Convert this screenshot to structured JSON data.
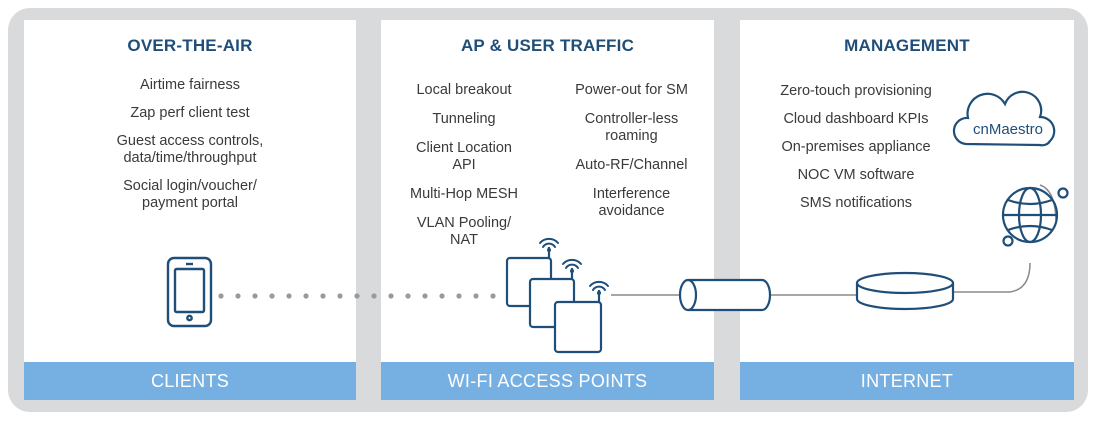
{
  "panels": [
    {
      "title": "OVER-THE-AIR",
      "items": [
        "Airtime fairness",
        "Zap perf client test",
        "Guest access controls, data/time/throughput",
        "Social login/voucher/ payment portal"
      ],
      "footer": "CLIENTS"
    },
    {
      "title": "AP & USER TRAFFIC",
      "items_left": [
        "Local breakout",
        "Tunneling",
        "Client Location API",
        "Multi-Hop MESH",
        "VLAN Pooling/ NAT"
      ],
      "items_right": [
        "Power-out for SM",
        "Controller-less roaming",
        "Auto-RF/Channel",
        "Interference avoidance"
      ],
      "footer": "WI-FI ACCESS POINTS"
    },
    {
      "title": "MANAGEMENT",
      "items": [
        "Zero-touch provisioning",
        "Cloud dashboard KPIs",
        "On-premises appliance",
        "NOC VM software",
        "SMS notifications"
      ],
      "footer": "INTERNET"
    }
  ],
  "cloud_label": "cnMaestro",
  "colors": {
    "title": "#1f4e79",
    "footer": "#76b0e2",
    "frame": "#d9dadb",
    "icon": "#1f4e79",
    "connector": "#8a8a8a"
  },
  "icons": [
    "smartphone-icon",
    "access-point-icon",
    "wifi-icon",
    "cylinder-icon",
    "server-icon",
    "cloud-icon",
    "globe-icon"
  ]
}
